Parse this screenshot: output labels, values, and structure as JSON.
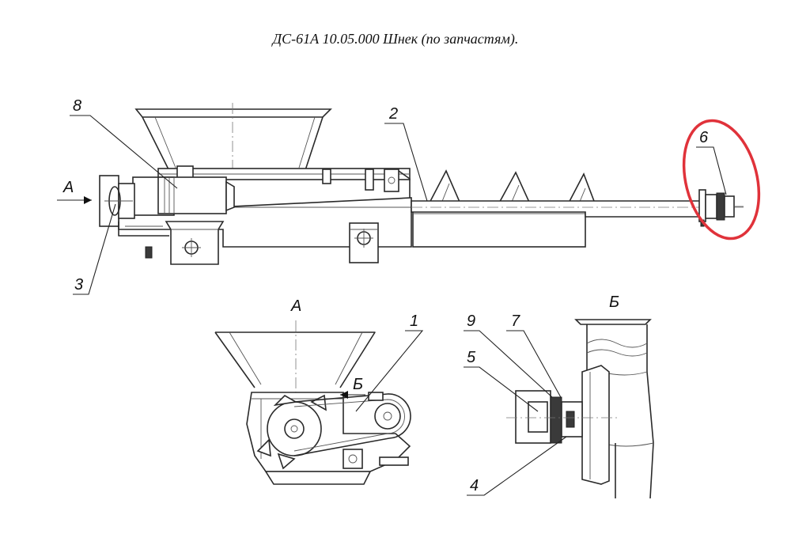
{
  "title": "ДС-61А 10.05.000 Шнек (по запчастям).",
  "view_labels": {
    "view_a": "А",
    "view_b": "Б",
    "arrow_a": "А",
    "marker_b": "Б"
  },
  "callouts": {
    "c1": "1",
    "c2": "2",
    "c3": "3",
    "c4": "4",
    "c5": "5",
    "c6": "6",
    "c7": "7",
    "c8": "8",
    "c9": "9"
  },
  "colors": {
    "line": "#2a2a2a",
    "highlight": "#e0323a"
  }
}
